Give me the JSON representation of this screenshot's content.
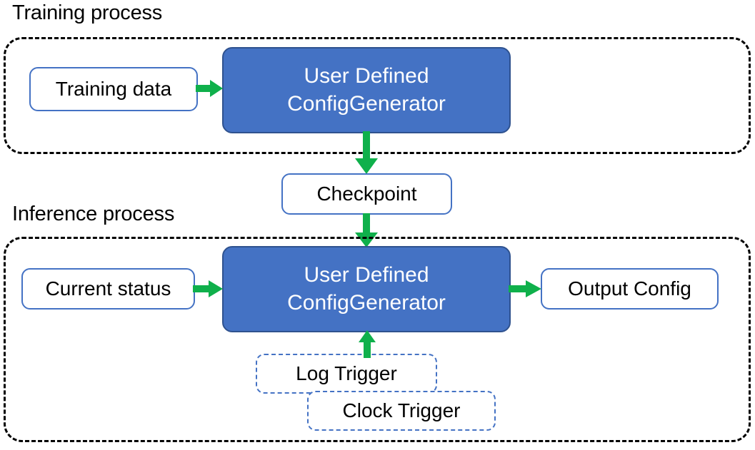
{
  "diagram": {
    "title_training": "Training process",
    "title_inference": "Inference process",
    "colors": {
      "accent_blue": "#4472C4",
      "blue_border": "#2F528F",
      "arrow_green": "#0FB04B",
      "container_dash": "#000000",
      "text_dark": "#000000",
      "text_light": "#FFFFFF",
      "background": "#FFFFFF"
    }
  },
  "training_process": {
    "label": "Training process",
    "inputs": [
      {
        "label": "Training data"
      }
    ],
    "generator": {
      "line1": "User Defined",
      "line2": "ConfigGenerator"
    }
  },
  "checkpoint": {
    "label": "Checkpoint"
  },
  "inference_process": {
    "label": "Inference process",
    "inputs": [
      {
        "label": "Current status"
      }
    ],
    "generator": {
      "line1": "User Defined",
      "line2": "ConfigGenerator"
    },
    "outputs": [
      {
        "label": "Output Config"
      }
    ],
    "triggers": [
      {
        "label": "Log Trigger"
      },
      {
        "label": "Clock Trigger"
      }
    ]
  },
  "edges": [
    {
      "from": "Training data",
      "to": "User Defined ConfigGenerator",
      "direction": "right"
    },
    {
      "from": "User Defined ConfigGenerator",
      "to": "Checkpoint",
      "direction": "down"
    },
    {
      "from": "Checkpoint",
      "to": "User Defined ConfigGenerator",
      "direction": "down"
    },
    {
      "from": "Current status",
      "to": "User Defined ConfigGenerator",
      "direction": "right"
    },
    {
      "from": "User Defined ConfigGenerator",
      "to": "Output Config",
      "direction": "right"
    },
    {
      "from": "Log Trigger / Clock Trigger",
      "to": "User Defined ConfigGenerator",
      "direction": "up"
    }
  ]
}
